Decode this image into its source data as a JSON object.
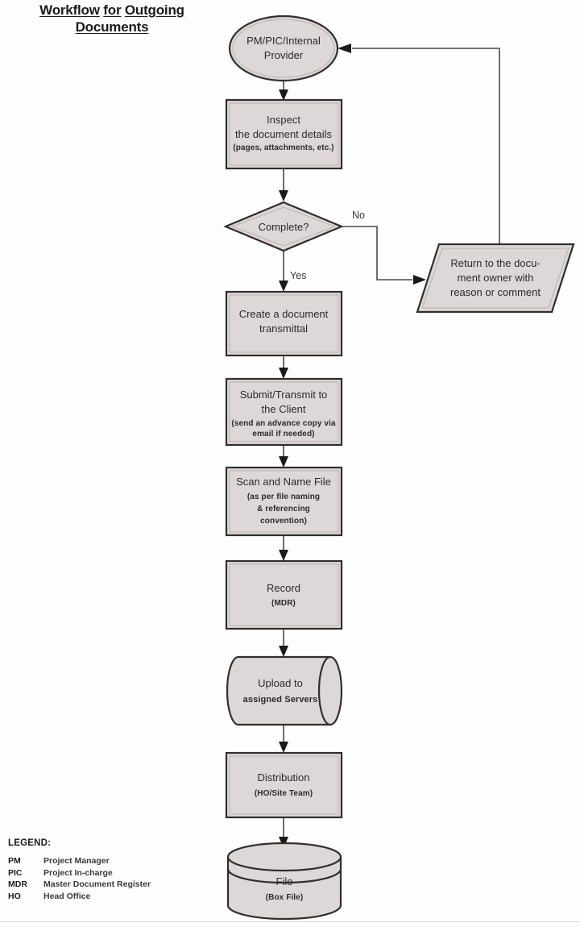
{
  "title": {
    "line1": [
      "Workflow",
      "for",
      "Outgoing"
    ],
    "line2": [
      "Documents"
    ],
    "full": "Workflow for Outgoing Documents"
  },
  "colors": {
    "shape_fill": "#ded7d7",
    "shape_stroke": "#2f2f2f",
    "connector": "#4a4a4a",
    "text": "#2b2b2b",
    "page_bg": "#fefefe"
  },
  "chart_data": {
    "type": "diagram",
    "title": "Workflow for Outgoing Documents",
    "nodes": [
      {
        "id": "start",
        "shape": "ellipse",
        "lines": [
          "PM/PIC/Internal",
          "Provider"
        ]
      },
      {
        "id": "inspect",
        "shape": "rectangle",
        "lines": [
          "Inspect",
          "the document details"
        ],
        "sublines": [
          "(pages, attachments, etc.)"
        ]
      },
      {
        "id": "complete",
        "shape": "diamond",
        "lines": [
          "Complete?"
        ]
      },
      {
        "id": "return",
        "shape": "parallelogram",
        "lines": [
          "Return to the docu-",
          "ment owner with",
          "reason or comment"
        ]
      },
      {
        "id": "transmittal",
        "shape": "rectangle",
        "lines": [
          "Create a document",
          "transmittal"
        ]
      },
      {
        "id": "submit",
        "shape": "rectangle",
        "lines": [
          "Submit/Transmit to",
          "the Client"
        ],
        "sublines": [
          "(send an advance copy via",
          "email if needed)"
        ]
      },
      {
        "id": "scan",
        "shape": "rectangle",
        "lines": [
          "Scan and Name File"
        ],
        "sublines": [
          "(as per file naming",
          "& referencing",
          "convention)"
        ]
      },
      {
        "id": "record",
        "shape": "rectangle",
        "lines": [
          "Record"
        ],
        "sublines": [
          "(MDR)"
        ]
      },
      {
        "id": "upload",
        "shape": "cylinder-h",
        "lines": [
          "Upload to"
        ],
        "sublines": [
          "assigned Servers"
        ]
      },
      {
        "id": "distribution",
        "shape": "rectangle",
        "lines": [
          "Distribution"
        ],
        "sublines": [
          "(HO/Site Team)"
        ]
      },
      {
        "id": "file",
        "shape": "database",
        "lines": [
          "File"
        ],
        "sublines": [
          "(Box File)"
        ]
      }
    ],
    "edges": [
      {
        "from": "start",
        "to": "inspect",
        "label": ""
      },
      {
        "from": "inspect",
        "to": "complete",
        "label": ""
      },
      {
        "from": "complete",
        "to": "transmittal",
        "label": "Yes"
      },
      {
        "from": "complete",
        "to": "return",
        "label": "No"
      },
      {
        "from": "return",
        "to": "start",
        "label": ""
      },
      {
        "from": "transmittal",
        "to": "submit",
        "label": ""
      },
      {
        "from": "submit",
        "to": "scan",
        "label": ""
      },
      {
        "from": "scan",
        "to": "record",
        "label": ""
      },
      {
        "from": "record",
        "to": "upload",
        "label": ""
      },
      {
        "from": "upload",
        "to": "distribution",
        "label": ""
      },
      {
        "from": "distribution",
        "to": "file",
        "label": ""
      }
    ]
  },
  "nodes": {
    "start": {
      "l1": "PM/PIC/Internal",
      "l2": "Provider"
    },
    "inspect": {
      "l1": "Inspect",
      "l2": "the document details",
      "s1": "(pages, attachments, etc.)"
    },
    "complete": {
      "l1": "Complete?"
    },
    "return": {
      "l1": "Return to the docu-",
      "l2": "ment owner with",
      "l3": "reason or comment"
    },
    "transmittal": {
      "l1": "Create a document",
      "l2": "transmittal"
    },
    "submit": {
      "l1": "Submit/Transmit to",
      "l2": "the Client",
      "s1": "(send an advance copy via",
      "s2": "email if needed)"
    },
    "scan": {
      "l1": "Scan and Name File",
      "s1": "(as per file naming",
      "s2": "& referencing",
      "s3": "convention)"
    },
    "record": {
      "l1": "Record",
      "s1": "(MDR)"
    },
    "upload": {
      "l1": "Upload to",
      "s1": "assigned Servers"
    },
    "distribution": {
      "l1": "Distribution",
      "s1": "(HO/Site Team)"
    },
    "file": {
      "l1": "File",
      "s1": "(Box File)"
    }
  },
  "edge_labels": {
    "yes": "Yes",
    "no": "No"
  },
  "legend": {
    "heading": "LEGEND:",
    "items": [
      {
        "abbr": "PM",
        "desc": "Project Manager"
      },
      {
        "abbr": "PIC",
        "desc": "Project In-charge"
      },
      {
        "abbr": "MDR",
        "desc": "Master Document Register"
      },
      {
        "abbr": "HO",
        "desc": "Head Office"
      }
    ]
  }
}
